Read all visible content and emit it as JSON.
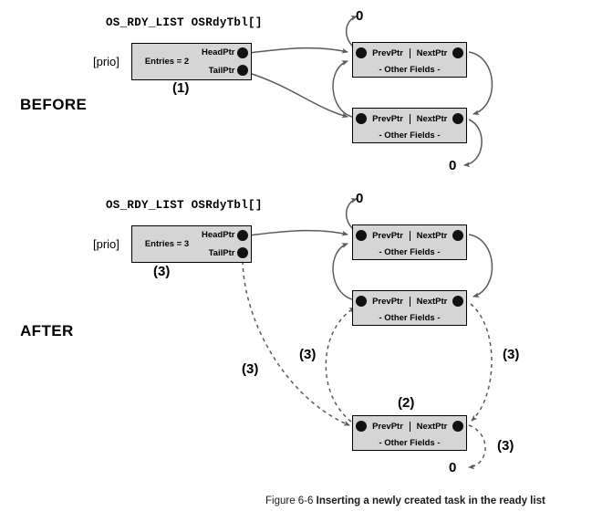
{
  "figure": {
    "caption_number": "Figure 6-6",
    "caption_text": "Inserting a newly created task in the ready list"
  },
  "sections": [
    {
      "id": "before",
      "label": "BEFORE",
      "struct_title": "OS_RDY_LIST OSRdyTbl[]",
      "prio_label": "[prio]",
      "list_box": {
        "entries_label": "Entries = 2",
        "head_label": "HeadPtr",
        "tail_label": "TailPtr",
        "step_tag": "(1)"
      },
      "nodes": [
        {
          "prev_label": "PrevPtr",
          "next_label": "NextPtr",
          "other_label": "- Other Fields -",
          "step_tag": ""
        },
        {
          "prev_label": "PrevPtr",
          "next_label": "NextPtr",
          "other_label": "- Other Fields -",
          "step_tag": ""
        }
      ],
      "null_markers": [
        "0",
        "0"
      ]
    },
    {
      "id": "after",
      "label": "AFTER",
      "struct_title": "OS_RDY_LIST OSRdyTbl[]",
      "prio_label": "[prio]",
      "list_box": {
        "entries_label": "Entries = 3",
        "head_label": "HeadPtr",
        "tail_label": "TailPtr",
        "step_tag": "(3)"
      },
      "nodes": [
        {
          "prev_label": "PrevPtr",
          "next_label": "NextPtr",
          "other_label": "- Other Fields -",
          "step_tag": ""
        },
        {
          "prev_label": "PrevPtr",
          "next_label": "NextPtr",
          "other_label": "- Other Fields -",
          "step_tag": ""
        },
        {
          "prev_label": "PrevPtr",
          "next_label": "NextPtr",
          "other_label": "- Other Fields -",
          "step_tag": "(2)"
        }
      ],
      "null_markers": [
        "0",
        "0"
      ],
      "link_tags": [
        "(3)",
        "(3)",
        "(3)",
        "(3)"
      ]
    }
  ],
  "colors": {
    "box_fill": "#d5d5d5",
    "box_border": "#000000",
    "dot": "#111111",
    "arrow_solid": "#5a5a5a",
    "arrow_dashed": "#5a5a5a",
    "background": "#ffffff",
    "caption_text": "#1a1a1a"
  }
}
